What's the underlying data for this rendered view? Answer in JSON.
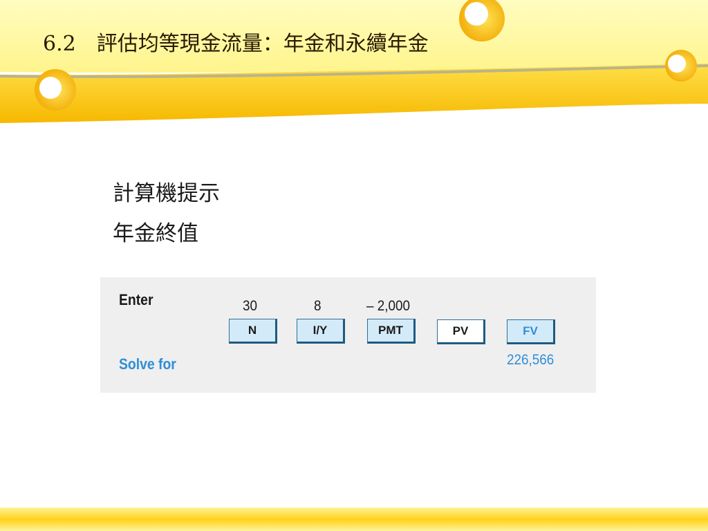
{
  "slide": {
    "title": "6.2　評估均等現金流量：年金和永續年金",
    "lines": [
      "計算機提示",
      "年金終值"
    ]
  },
  "calculator": {
    "enter_label": "Enter",
    "solve_label": "Solve for",
    "keys": [
      {
        "label": "N",
        "input": "30"
      },
      {
        "label": "I/Y",
        "input": "8"
      },
      {
        "label": "PMT",
        "input": "– 2,000"
      },
      {
        "label": "PV",
        "input": ""
      },
      {
        "label": "FV",
        "input": ""
      }
    ],
    "result": "226,566"
  },
  "colors": {
    "header_yellow": "#ffd21a",
    "header_pale": "#fff9a8",
    "solve_blue": "#2f8fd6",
    "key_fill": "#d3ebf9"
  }
}
